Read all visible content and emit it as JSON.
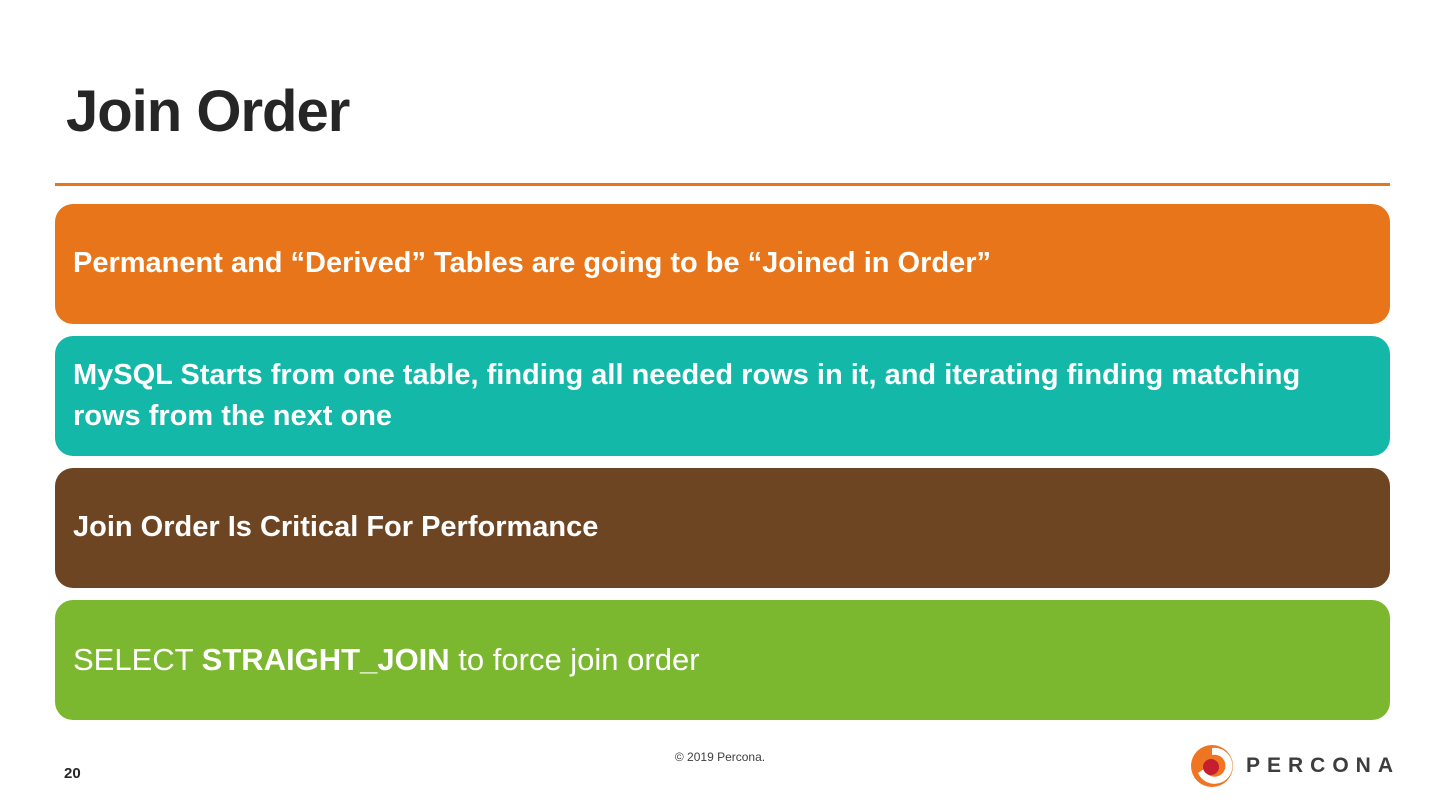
{
  "slide": {
    "title": "Join Order",
    "bars": [
      {
        "text": "Permanent and “Derived” Tables are going to be “Joined in Order”",
        "color": "#E8751A"
      },
      {
        "text": "MySQL Starts from one table, finding all needed rows in it, and iterating finding matching rows from the next one",
        "color": "#14B8A8"
      },
      {
        "text": "Join Order Is Critical For Performance",
        "color": "#6E4523"
      },
      {
        "prefix": "SELECT ",
        "bold": "STRAIGHT_JOIN",
        "suffix": " to force join order",
        "color": "#7CB82F"
      }
    ],
    "accent_rule_color": "#E8751A",
    "title_color": "#262626"
  },
  "footer": {
    "page_number": "20",
    "copyright": "© 2019 Percona.",
    "logo_text": "PERCONA"
  }
}
